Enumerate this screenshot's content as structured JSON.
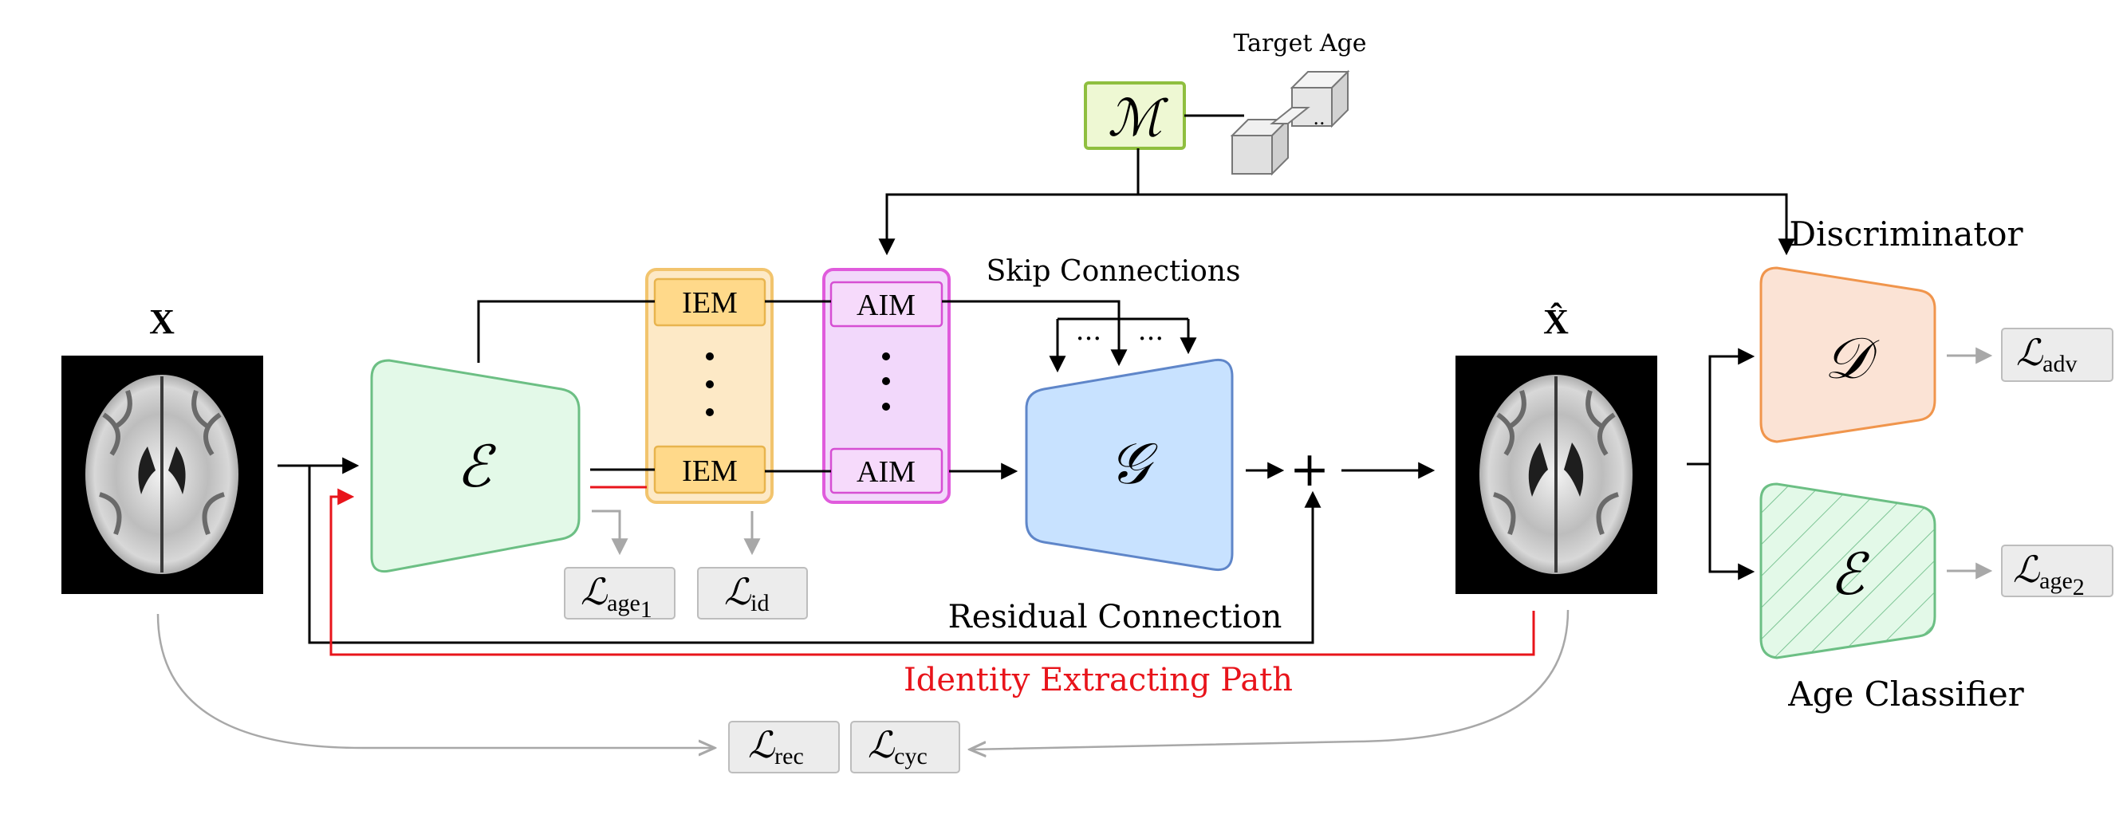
{
  "labels": {
    "target_age": "Target Age",
    "mapping": "ℳ",
    "skip_connections": "Skip Connections",
    "discriminator": "Discriminator",
    "age_classifier": "Age Classifier",
    "residual_connection": "Residual Connection",
    "identity_path": "Identity Extracting Path",
    "input_x": "X",
    "output_x": "X̂",
    "encoder": "ℰ",
    "generator": "𝒢",
    "disc_symbol": "𝒟",
    "classifier_symbol": "ℰ",
    "iem_top": "IEM",
    "iem_bottom": "IEM",
    "aim_top": "AIM",
    "aim_bottom": "AIM",
    "dots_skip": "···",
    "plus": "+",
    "cube_dots": ".."
  },
  "losses": {
    "age1": {
      "symbol": "ℒ",
      "sub": "age",
      "subsub": "1"
    },
    "id": {
      "symbol": "ℒ",
      "sub": "id"
    },
    "adv": {
      "symbol": "ℒ",
      "sub": "adv"
    },
    "age2": {
      "symbol": "ℒ",
      "sub": "age",
      "subsub": "2"
    },
    "rec": {
      "symbol": "ℒ",
      "sub": "rec"
    },
    "cyc": {
      "symbol": "ℒ",
      "sub": "cyc"
    }
  },
  "colors": {
    "encoder_fill": "#e3f9e8",
    "encoder_stroke": "#6cbf84",
    "generator_fill": "#c8e2ff",
    "generator_stroke": "#5f86c9",
    "disc_fill": "#fbe3d5",
    "disc_stroke": "#f0954c",
    "iem_fill": "#fde9c6",
    "iem_stroke": "#f2c46d",
    "iem_cell": "#ffd98a",
    "aim_fill": "#f2d8fb",
    "aim_stroke": "#e05bdc",
    "aim_cell": "#f6dafb",
    "mapping_fill": "#eef8d3",
    "mapping_stroke": "#8fbf3f",
    "loss_fill": "#ececec",
    "loss_stroke": "#bdbdbd",
    "identity_path": "#e8141b"
  }
}
